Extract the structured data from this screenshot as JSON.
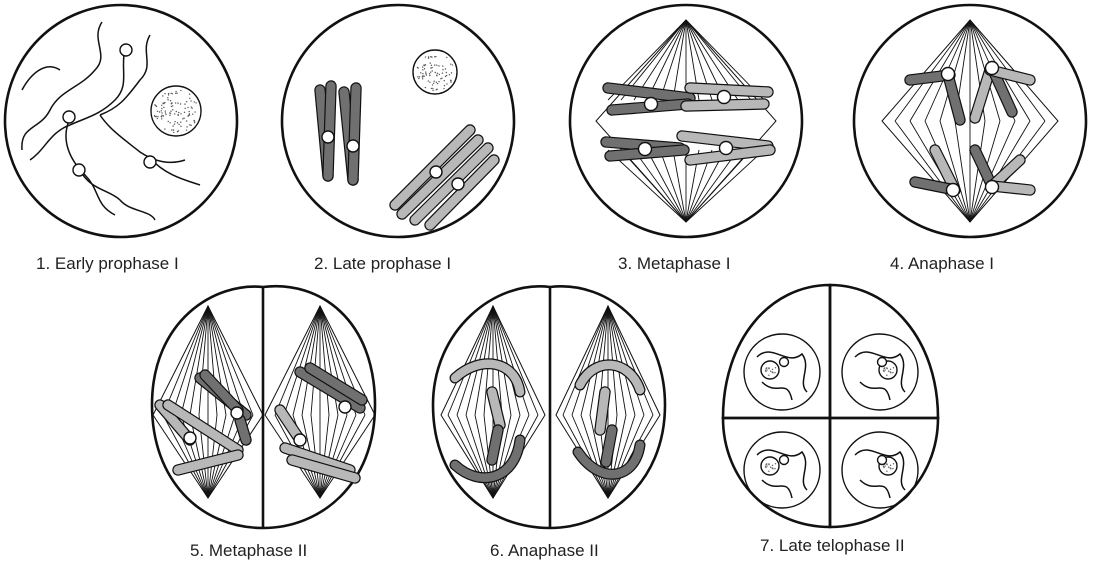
{
  "figure": {
    "stages": [
      {
        "label": "1.  Early prophase I"
      },
      {
        "label": "2.  Late prophase I"
      },
      {
        "label": "3.  Metaphase I"
      },
      {
        "label": "4.  Anaphase I"
      },
      {
        "label": "5.  Metaphase II"
      },
      {
        "label": "6.  Anaphase II"
      },
      {
        "label": "7.  Late telophase II"
      }
    ],
    "colors": {
      "outline": "#111111",
      "chromosome_dark": "#707070",
      "chromosome_light": "#b8b8b8",
      "nucleolus_dots": "#555555"
    }
  }
}
